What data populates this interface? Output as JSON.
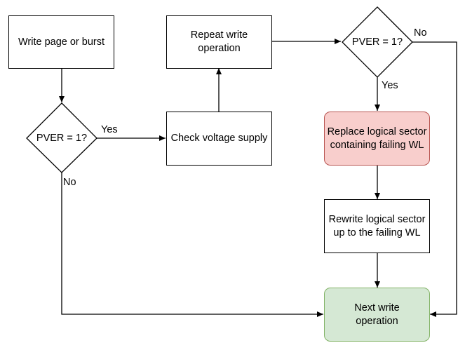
{
  "nodes": {
    "write": {
      "text": "Write page or burst"
    },
    "check1": {
      "text": "PVER = 1?"
    },
    "voltage": {
      "text": "Check voltage supply"
    },
    "repeat": {
      "line1": "Repeat write",
      "line2": "operation"
    },
    "check2": {
      "text": "PVER = 1?"
    },
    "replace": {
      "line1": "Replace logical sector",
      "line2": "containing failing WL",
      "fill": "#f8cecc",
      "stroke": "#b85450"
    },
    "rewrite": {
      "line1": "Rewrite logical sector",
      "line2": "up to the failing WL"
    },
    "next": {
      "line1": "Next write",
      "line2": "operation",
      "fill": "#d5e8d4",
      "stroke": "#82b366"
    }
  },
  "edge_labels": {
    "check1_yes": "Yes",
    "check1_no": "No",
    "check2_yes": "Yes",
    "check2_no": "No"
  }
}
